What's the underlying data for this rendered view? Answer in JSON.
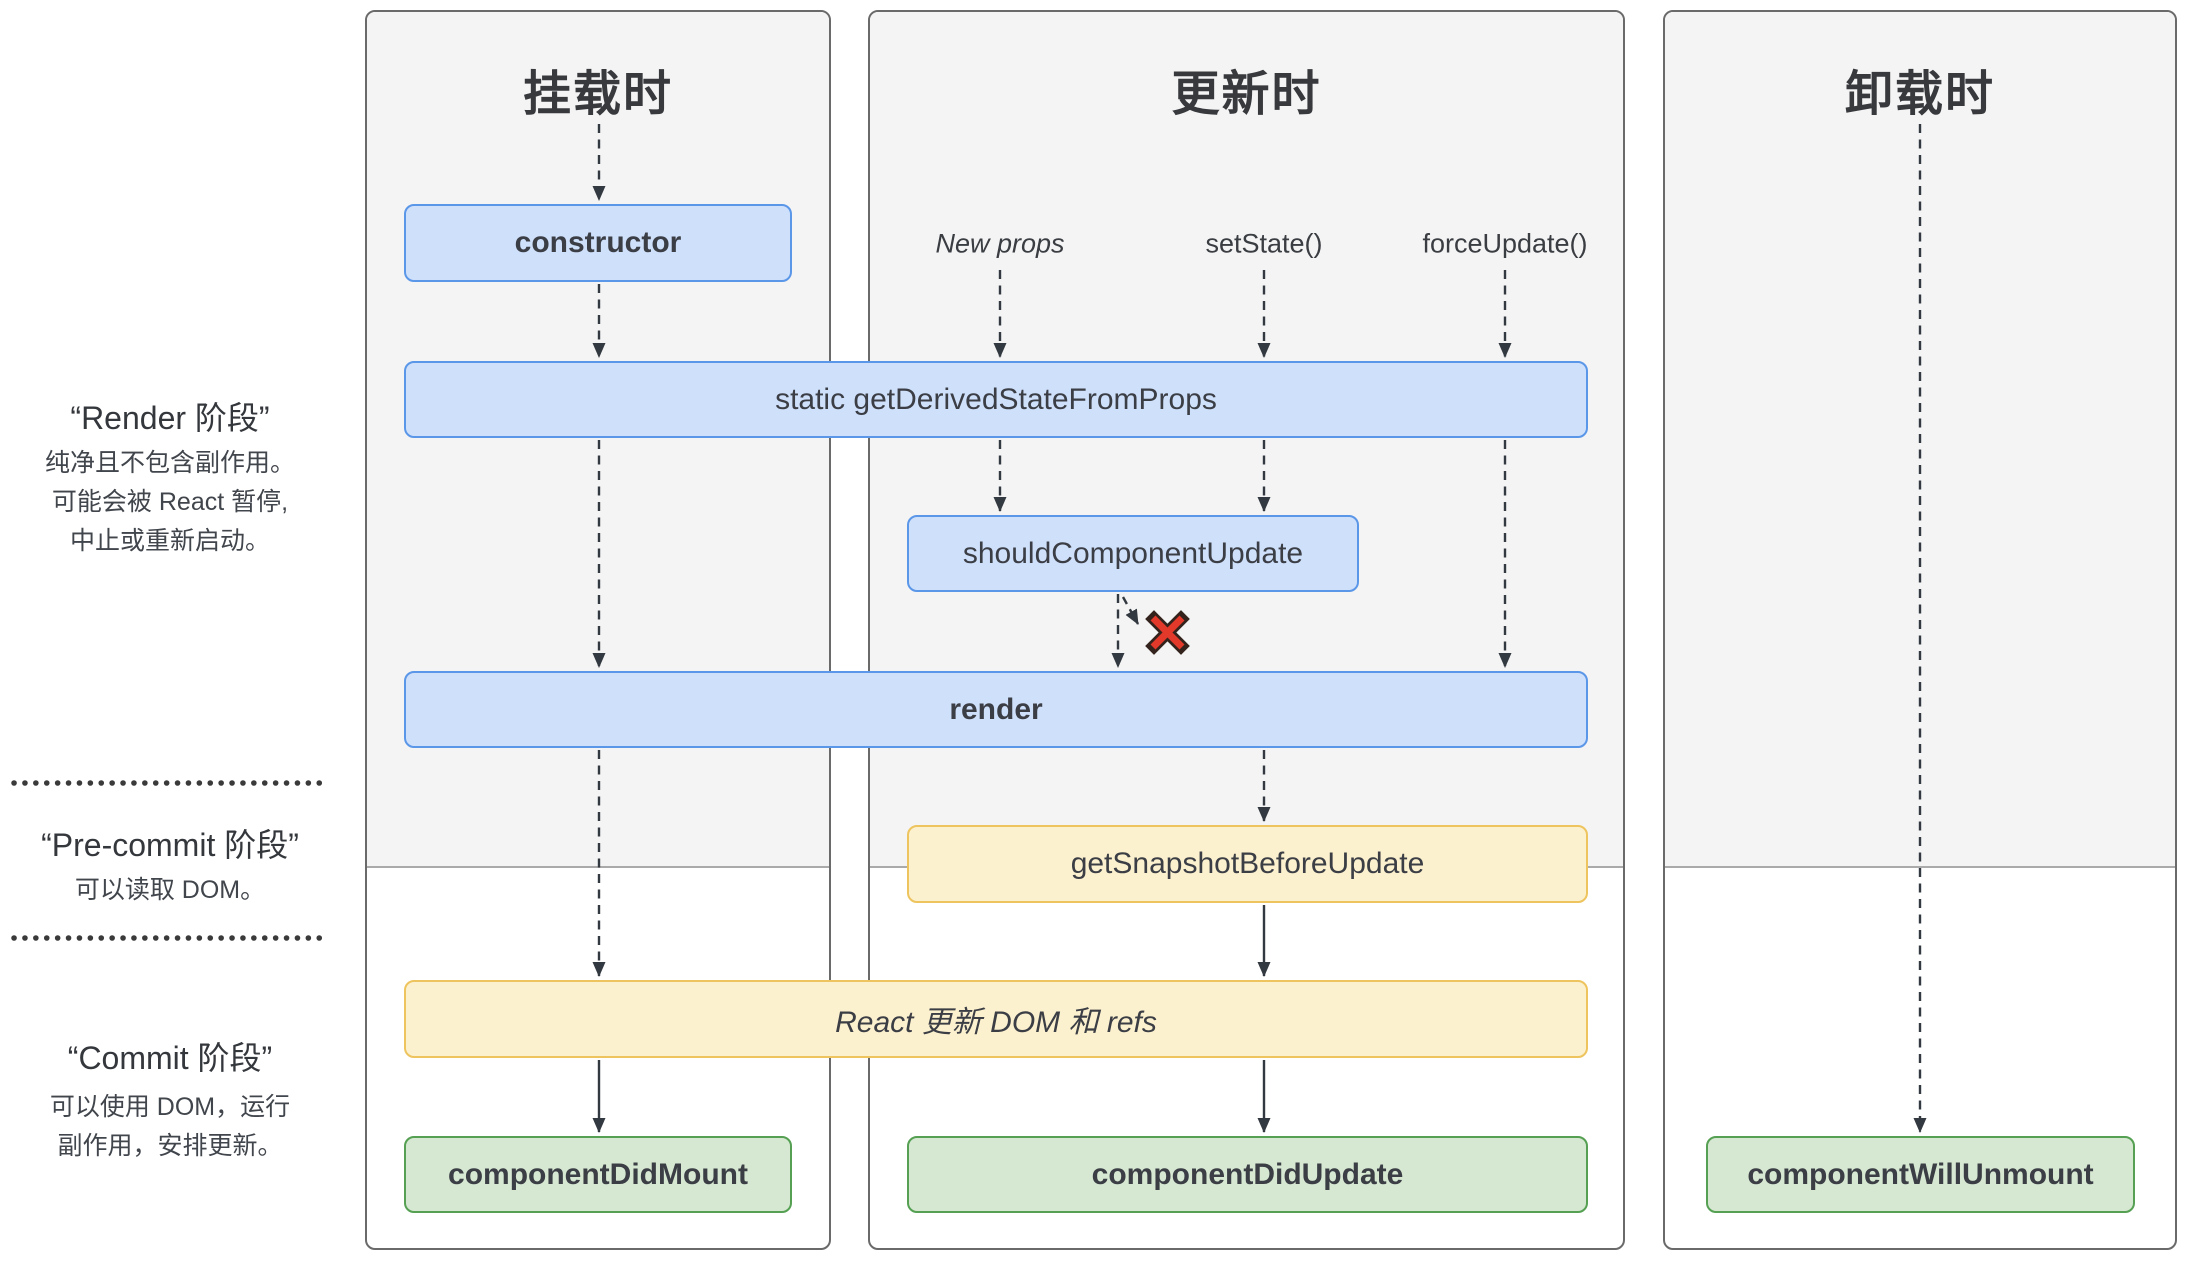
{
  "sidebar": {
    "phases": [
      {
        "title": "“Render 阶段”",
        "lines": [
          "纯净且不包含副作用。",
          "可能会被 React 暂停,",
          "中止或重新启动。"
        ]
      },
      {
        "title": "“Pre-commit 阶段”",
        "lines": [
          "可以读取 DOM。"
        ]
      },
      {
        "title": "“Commit 阶段”",
        "lines": [
          "可以使用 DOM，运行",
          "副作用，安排更新。"
        ]
      }
    ]
  },
  "columns": [
    {
      "title": "挂载时"
    },
    {
      "title": "更新时"
    },
    {
      "title": "卸载时"
    }
  ],
  "triggers": [
    {
      "label": "New props"
    },
    {
      "label": "setState()"
    },
    {
      "label": "forceUpdate()"
    }
  ],
  "boxes": {
    "constructor": {
      "label": "constructor"
    },
    "get_derived_state_from_props": {
      "label": "static getDerivedStateFromProps"
    },
    "should_component_update": {
      "label": "shouldComponentUpdate"
    },
    "render": {
      "label": "render"
    },
    "get_snapshot_before_update": {
      "label": "getSnapshotBeforeUpdate"
    },
    "react_updates_dom": {
      "label": "React 更新 DOM 和 refs"
    },
    "component_did_mount": {
      "label": "componentDidMount"
    },
    "component_did_update": {
      "label": "componentDidUpdate"
    },
    "component_will_unmount": {
      "label": "componentWillUnmount"
    }
  },
  "icons": {
    "reject_x": "✖"
  },
  "colors": {
    "blue_fill": "#cfe0fb",
    "blue_border": "#5b97e8",
    "yellow_fill": "#fcf1cf",
    "yellow_border": "#eec45e",
    "green_fill": "#d6e8d2",
    "green_border": "#55a053",
    "panel_border": "#6a6a6a",
    "phase_shade": "#f4f4f4",
    "shade_divider": "#aaaaaa",
    "arrow": "#333940",
    "text": "#3b3e45",
    "x_red": "#e2392a",
    "page_bg": "#ffffff"
  }
}
